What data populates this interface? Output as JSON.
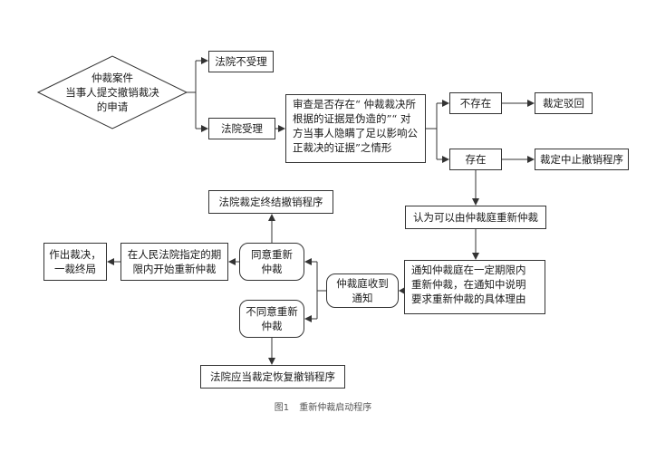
{
  "nodes": {
    "start_line1": "仲裁案件",
    "start_line2": "当事人提交撤销裁决",
    "start_line3": "的申请",
    "not_accepted": "法院不受理",
    "accepted": "法院受理",
    "review_line1": "审查是否存在“ 仲裁裁决所",
    "review_line2": "根据的证据是伪造的”“ 对",
    "review_line3": "方当事人隐瞒了足以影响公",
    "review_line4": "正裁决的证据”之情形",
    "not_exist": "不存在",
    "ruling_reject": "裁定驳回",
    "exist": "存在",
    "ruling_suspend": "裁定中止撤销程序",
    "deem_rearbitrate": "认为可以由仲裁庭重新仲裁",
    "notify_line1": "通知仲裁庭在一定期限内",
    "notify_line2": "重新仲裁，在通知中说明",
    "notify_line3": "要求重新仲裁的具体理由",
    "tribunal_receives_line1": "仲裁庭收到",
    "tribunal_receives_line2": "通知",
    "agree_line1": "同意重新",
    "agree_line2": "仲裁",
    "disagree_line1": "不同意重新",
    "disagree_line2": "仲裁",
    "terminate": "法院裁定终结撤销程序",
    "period_line1": "在人民法院指定的期",
    "period_line2": "限内开始重新仲裁",
    "award_line1": "作出裁决，",
    "award_line2": "一裁终局",
    "restore": "法院应当裁定恢复撤销程序"
  },
  "caption": {
    "number": "图1",
    "title": "重新仲裁启动程序"
  }
}
